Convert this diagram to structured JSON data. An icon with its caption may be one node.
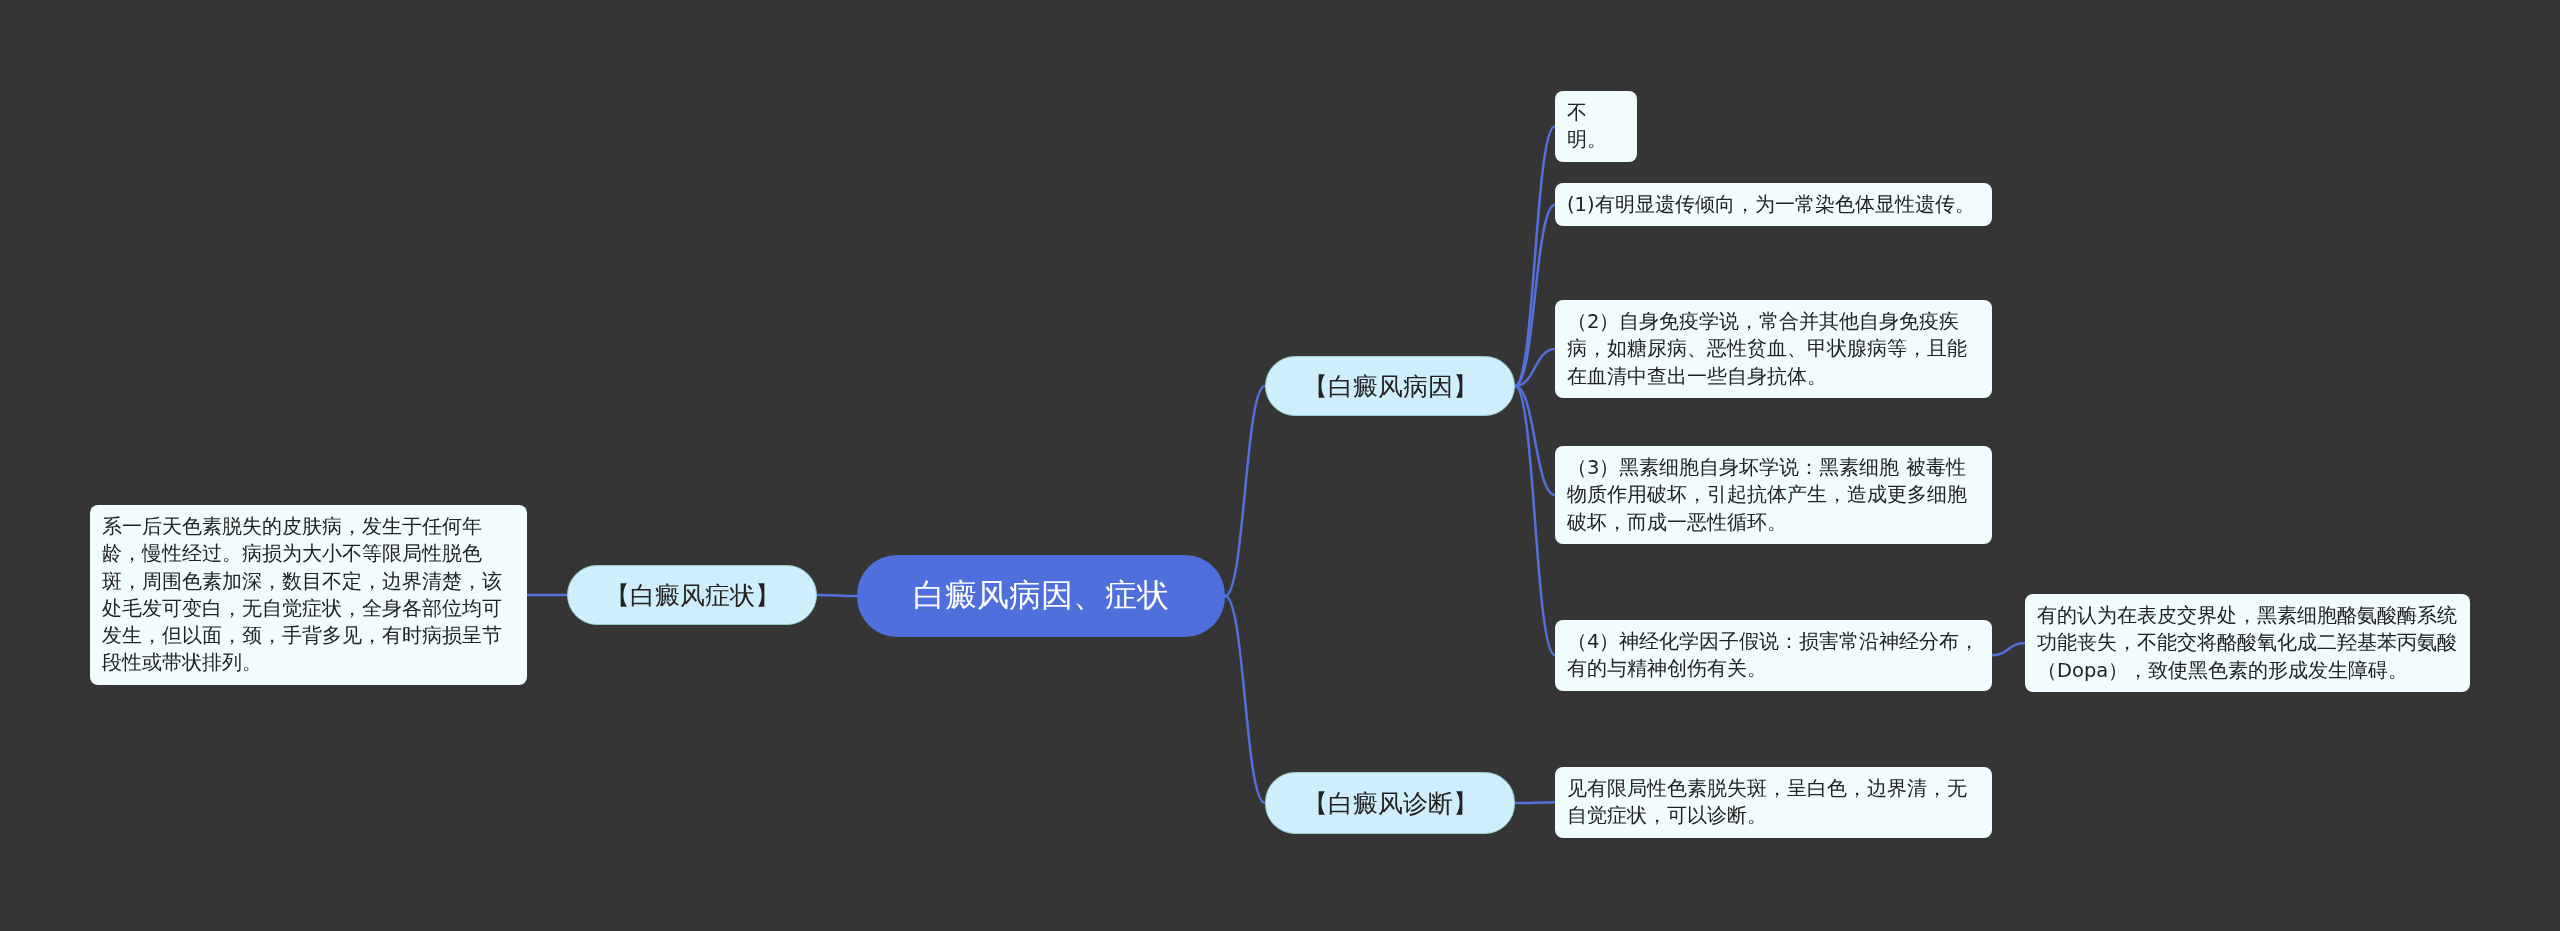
{
  "diagram": {
    "nodes": [
      {
        "text": [
          "白癜风病因、症状"
        ]
      },
      {
        "text": [
          "【白癜风病因】"
        ]
      },
      {
        "text": [
          "不明。"
        ]
      },
      {
        "text": [
          "(1)有明显遗传倾向，为一常染色体显性遗传。"
        ]
      },
      {
        "text": [
          "（2）自身免疫学说，常合并其他自身免疫疾病，如糖尿病、恶性贫血、甲状腺病等，且能在血清中查出一些自身抗体。"
        ]
      },
      {
        "text": [
          "（3）黑素细胞自身坏学说：黑素细胞 被毒性物质作用破坏，引起抗体产生，造成更多细胞破坏，而成一恶性循环。"
        ]
      },
      {
        "text": [
          "（4）神经化学因子假说：损害常沿神经分布，有的与精神创伤有关。"
        ]
      },
      {
        "text": [
          "有的认为在表皮交界处，黑素细胞酪氨酸酶系统功能丧失，不能交将酪酸氧化成二羟基苯丙氨酸（Dopa），致使黑色素的形成发生障碍。"
        ]
      },
      {
        "text": [
          "【白癜风诊断】"
        ]
      },
      {
        "text": [
          "见有限局性色素脱失斑，呈白色，边界清，无自觉症状，可以诊断。"
        ]
      },
      {
        "text": [
          "【白癜风症状】"
        ]
      },
      {
        "text": [
          "系一后天色素脱失的皮肤病，发生于任何年龄，慢性经过。病损为大小不等限局性脱色斑，周围色素加深，数目不定，边界清楚，该处毛发可变白，无自觉症状，全身各部位均可发生，但以面，颈，手背多见，有时病损呈节段性或带状排列。"
        ]
      }
    ],
    "edges": [
      {
        "from": 0,
        "to": 1,
        "arrow": "none"
      },
      {
        "from": 1,
        "to": 2,
        "arrow": "none"
      },
      {
        "from": 1,
        "to": 3,
        "arrow": "none"
      },
      {
        "from": 1,
        "to": 4,
        "arrow": "none"
      },
      {
        "from": 1,
        "to": 5,
        "arrow": "none"
      },
      {
        "from": 1,
        "to": 6,
        "arrow": "none"
      },
      {
        "from": 6,
        "to": 7,
        "arrow": "none"
      },
      {
        "from": 0,
        "to": 8,
        "arrow": "none"
      },
      {
        "from": 8,
        "to": 9,
        "arrow": "none"
      },
      {
        "from": 0,
        "to": 10,
        "arrow": "none"
      },
      {
        "from": 10,
        "to": 11,
        "arrow": "none"
      }
    ]
  }
}
